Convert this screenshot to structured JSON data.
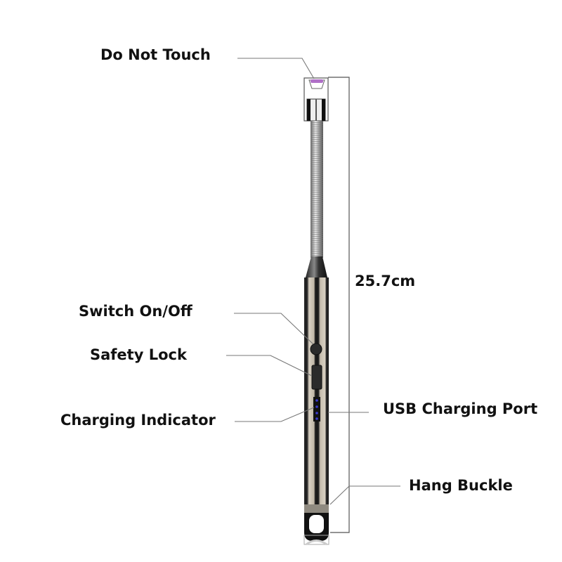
{
  "labels": {
    "do_not_touch": "Do Not Touch",
    "switch": "Switch On/Off",
    "safety_lock": "Safety Lock",
    "charging_indicator": "Charging Indicator",
    "usb_port": "USB Charging Port",
    "hang_buckle": "Hang Buckle",
    "length": "25.7cm"
  },
  "colors": {
    "leader_line": "#777777",
    "body_metal": "#c9c1b3",
    "body_dark": "#1c1c1c",
    "indicator_led": "#2a2aa8",
    "tip": "#b070c8"
  }
}
